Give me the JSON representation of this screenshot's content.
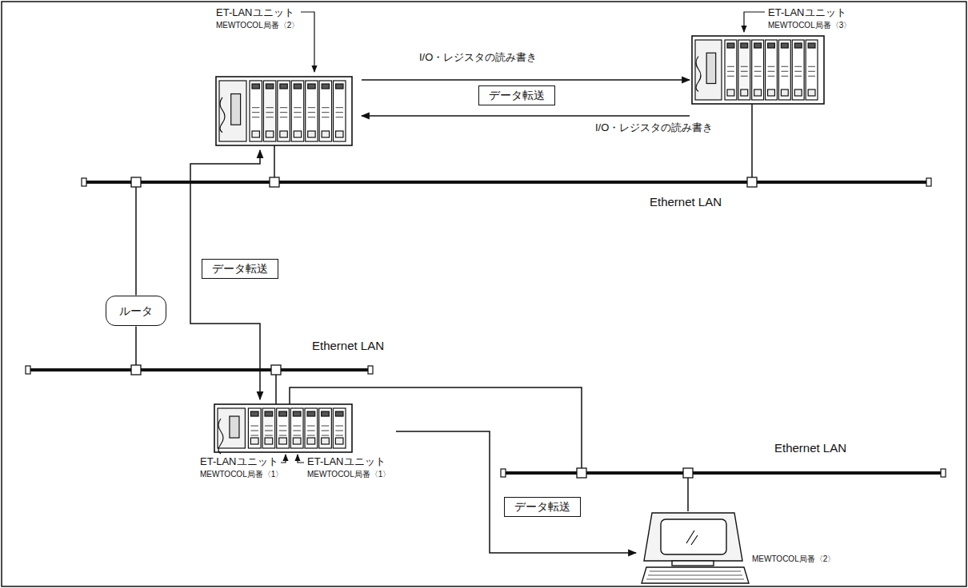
{
  "diagram": {
    "nodes": [
      {
        "text": [
          "ET-LANユニット",
          "MEWTOCOL局番〈2〉"
        ]
      },
      {
        "text": [
          "ET-LANユニット",
          "MEWTOCOL局番〈3〉"
        ]
      },
      {
        "text": [
          "ルータ"
        ]
      },
      {
        "text": [
          "ET-LANユニット",
          "MEWTOCOL局番〈1〉",
          "ET-LANユニット",
          "MEWTOCOL局番〈1〉"
        ]
      },
      {
        "text": [
          "MEWTOCOL局番〈2〉"
        ]
      }
    ],
    "edges": [
      {
        "from": 0,
        "to": 1,
        "arrow": "to",
        "label": "I/O・レジスタの読み書き"
      },
      {
        "from": 1,
        "to": 0,
        "arrow": "to",
        "label": "I/O・レジスタの読み書き"
      },
      {
        "from": 3,
        "to": 0,
        "arrow": "both",
        "label": "データ転送"
      },
      {
        "from": 3,
        "to": 4,
        "arrow": "to",
        "label": "データ転送"
      }
    ],
    "labels": [
      "データ転送",
      "Ethernet LAN",
      "Ethernet LAN",
      "Ethernet LAN"
    ]
  }
}
